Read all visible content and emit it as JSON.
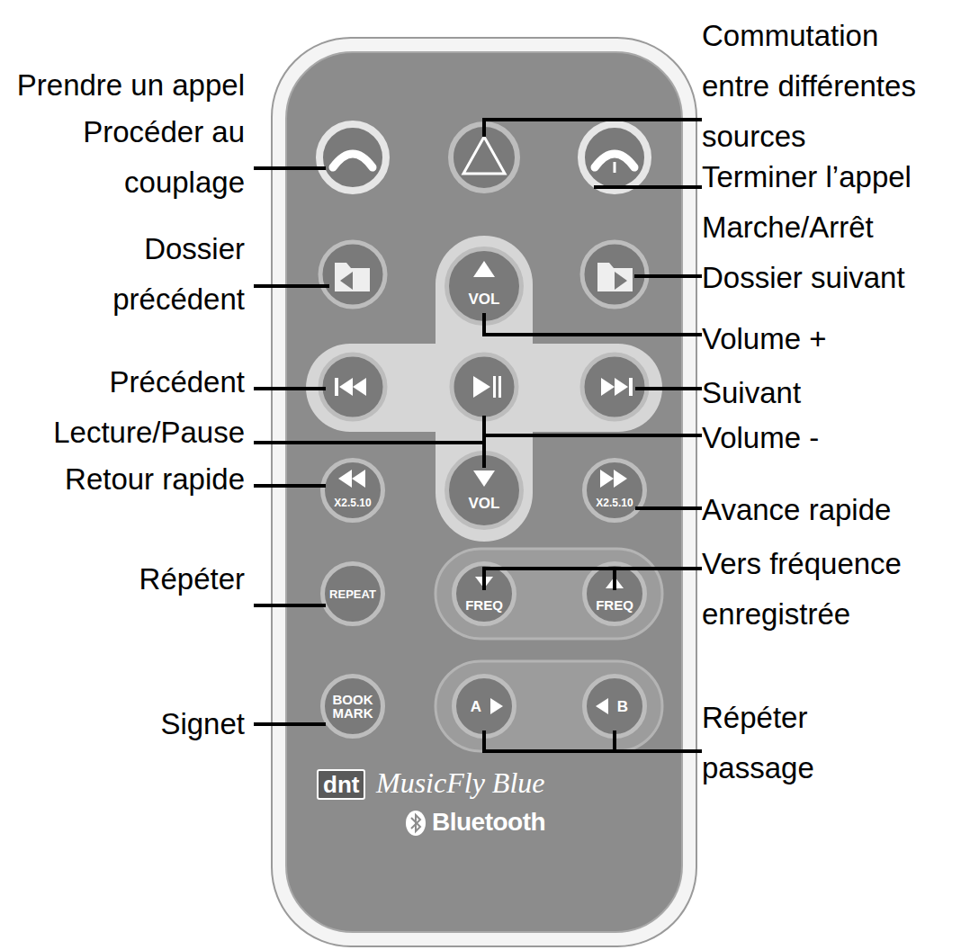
{
  "diagram": {
    "nodes": [
      {
        "text": [
          "dnt",
          "MusicFly Blue",
          "Bluetooth"
        ]
      },
      {
        "text": [
          "VOL"
        ],
        "in": 0
      },
      {
        "text": [
          "X2.5.10"
        ],
        "in": 0
      },
      {
        "text": [
          "VOL"
        ],
        "in": 0
      },
      {
        "text": [
          "X2.5.10"
        ],
        "in": 0
      },
      {
        "text": [
          "REPEAT"
        ],
        "in": 0
      },
      {
        "text": [
          "FREQ"
        ],
        "in": 0
      },
      {
        "text": [
          "FREQ"
        ],
        "in": 0
      },
      {
        "text": [
          "BOOK MARK"
        ],
        "in": 0
      },
      {
        "text": [
          "A"
        ],
        "in": 0
      },
      {
        "text": [
          "B"
        ],
        "in": 0
      }
    ],
    "labels": [
      "Prendre un appel",
      "Commutation entre différentes sources",
      "Procéder au couplage",
      "Terminer l’appel",
      "Marche/Arrêt",
      "Dossier précédent",
      "Dossier suivant",
      "Volume +",
      "Précédent",
      "Suivant",
      "Lecture/Pause",
      "Volume -",
      "Retour rapide",
      "Avance rapide",
      "Répéter",
      "Vers fréquence enregistrée",
      "Signet",
      "Répéter passage"
    ]
  }
}
